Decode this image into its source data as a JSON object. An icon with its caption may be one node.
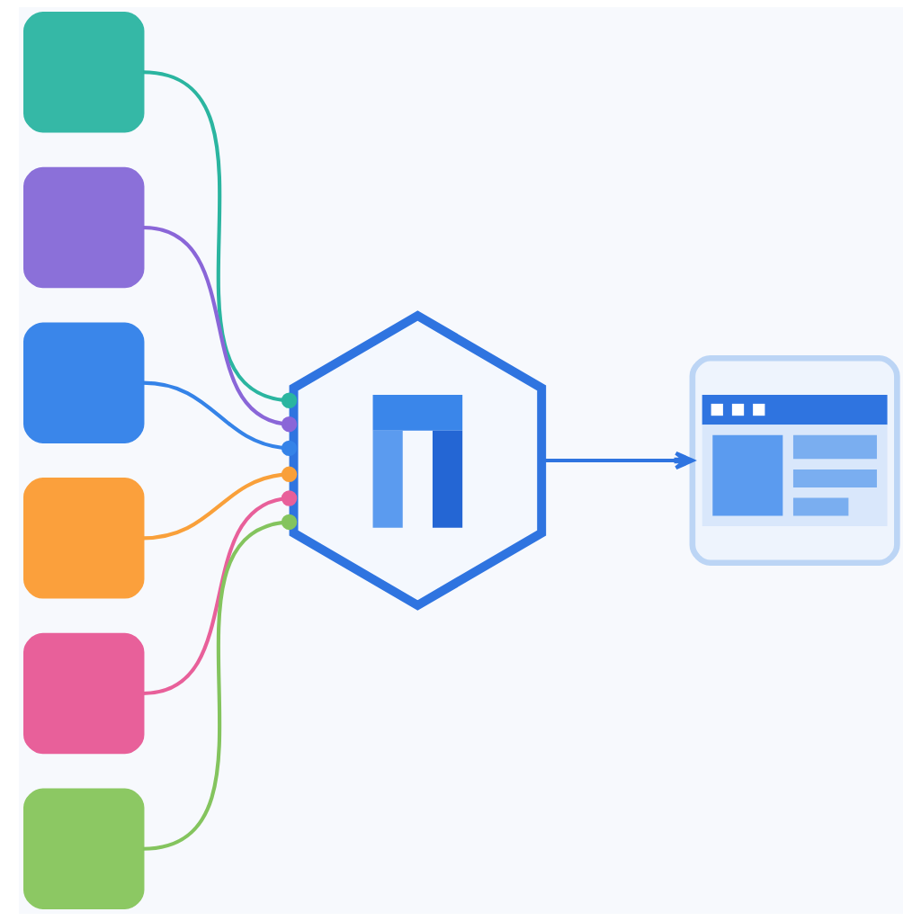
{
  "diagram": {
    "nodes": [
      {
        "text": [],
        "shape": "box"
      },
      {
        "text": [],
        "shape": "box"
      },
      {
        "text": [],
        "shape": "box"
      },
      {
        "text": [],
        "shape": "box"
      },
      {
        "text": [],
        "shape": "box"
      },
      {
        "text": [],
        "shape": "box"
      },
      {
        "text": [],
        "shape": "hexagon"
      },
      {
        "text": [],
        "shape": "box"
      }
    ],
    "edges": [
      {
        "from": 0,
        "to": 6,
        "arrow": "other",
        "color": "#2bb5a0"
      },
      {
        "from": 1,
        "to": 6,
        "arrow": "other",
        "color": "#8a66d8"
      },
      {
        "from": 2,
        "to": 6,
        "arrow": "other",
        "color": "#3583e8"
      },
      {
        "from": 3,
        "to": 6,
        "arrow": "other",
        "color": "#f9a03a"
      },
      {
        "from": 4,
        "to": 6,
        "arrow": "other",
        "color": "#e8609a"
      },
      {
        "from": 5,
        "to": 6,
        "arrow": "other",
        "color": "#84c45e"
      },
      {
        "from": 6,
        "to": 7,
        "arrow": "to",
        "color": "#2f74e0"
      }
    ]
  }
}
